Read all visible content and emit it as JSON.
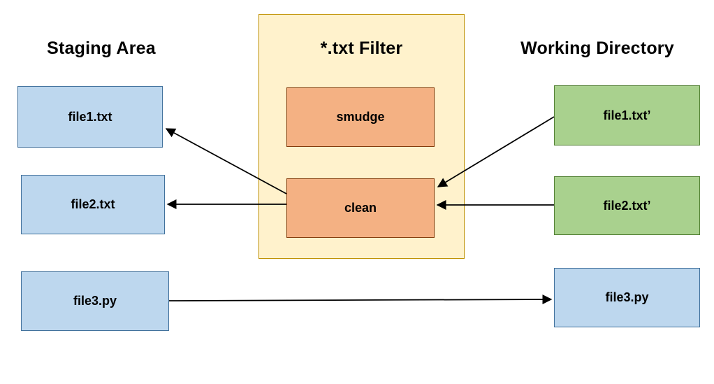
{
  "titles": {
    "staging": "Staging Area",
    "filter": "*.txt Filter",
    "working": "Working Directory"
  },
  "staging_files": [
    {
      "label": "file1.txt"
    },
    {
      "label": "file2.txt"
    },
    {
      "label": "file3.py"
    }
  ],
  "filter": {
    "boxes": [
      {
        "label": "smudge"
      },
      {
        "label": "clean"
      }
    ]
  },
  "working_files": [
    {
      "label": "file1.txt’"
    },
    {
      "label": "file2.txt’"
    },
    {
      "label": "file3.py"
    }
  ],
  "arrows": [
    {
      "name": "clean-to-staging-file1",
      "from": "clean",
      "to": "file1.txt"
    },
    {
      "name": "clean-to-staging-file2",
      "from": "clean",
      "to": "file2.txt"
    },
    {
      "name": "working-file1-to-clean",
      "from": "file1.txt’",
      "to": "clean"
    },
    {
      "name": "working-file2-to-clean",
      "from": "file2.txt’",
      "to": "clean"
    },
    {
      "name": "staging-file3-to-working-file3",
      "from": "file3.py",
      "to": "file3.py"
    }
  ],
  "colors": {
    "background": "#FFFFFF",
    "staging_box_fill": "#BDD7EE",
    "staging_box_border": "#41719C",
    "filter_panel_fill": "#FFF2CC",
    "filter_panel_border": "#BF9000",
    "filter_box_fill": "#F4B183",
    "filter_box_border": "#843C0C",
    "working_txt_fill": "#A9D18E",
    "working_txt_border": "#538135",
    "arrow": "#000000"
  }
}
